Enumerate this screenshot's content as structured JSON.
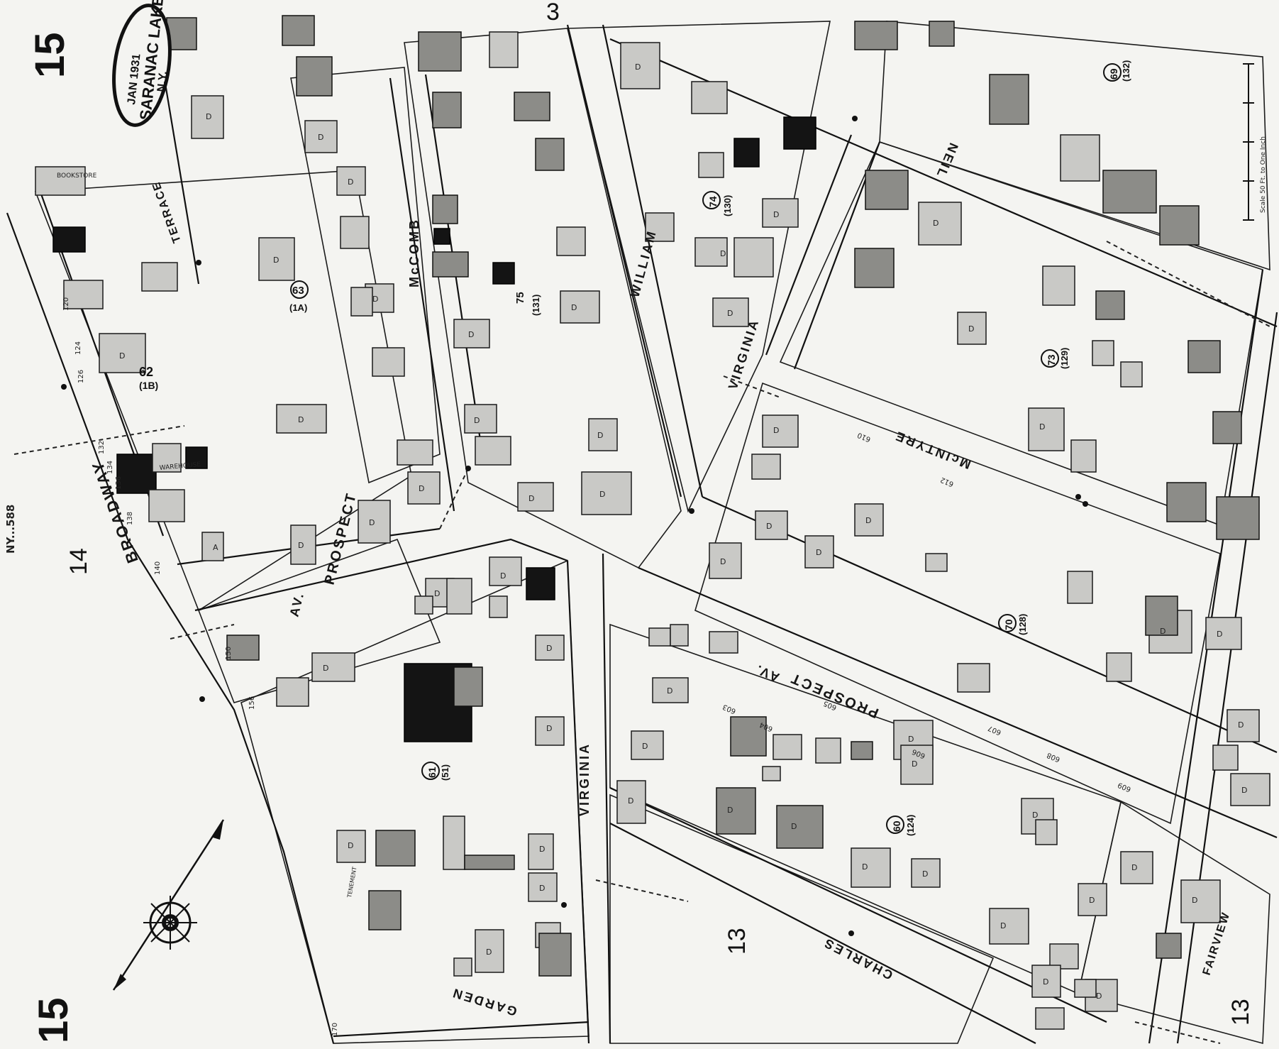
{
  "sheet": {
    "page_number": "15",
    "page_number_bottom": "15",
    "adjacent_sheet_top": "3",
    "adjacent_sheet_left": "14",
    "adjacent_sheet_bottom_a": "13",
    "adjacent_sheet_bottom_b": "13",
    "margin_code": "NY...588",
    "scale_note": "Scale 50 Ft. to One Inch"
  },
  "stamp": {
    "line1": "JAN 1931",
    "line2": "SARANAC LAKE",
    "line3": "N.Y."
  },
  "streets": {
    "broadway": "BROADWAY",
    "prospect_upper": "PROSPECT",
    "av_upper": "AV.",
    "prospect_lower": "PROSPECT",
    "av_lower": "AV.",
    "mccomb": "McCOMB",
    "william": "WILLIAM",
    "virginia_upper": "VIRGINIA",
    "virginia_lower": "VIRGINIA",
    "neil": "NEIL",
    "mcintyre": "McINTYRE",
    "charles": "CHARLES",
    "garden": "GARDEN",
    "fairview": "FAIRVIEW",
    "terrace": "TERRACE"
  },
  "block_numbers": [
    {
      "num": "62",
      "sub": "(1B)"
    },
    {
      "num": "63",
      "sub": "(1A)"
    },
    {
      "num": "75",
      "sub": "(131)"
    },
    {
      "num": "74",
      "sub": "(130)"
    },
    {
      "num": "73",
      "sub": "(129)"
    },
    {
      "num": "70",
      "sub": "(128)"
    },
    {
      "num": "61",
      "sub": "(51)"
    },
    {
      "num": "60",
      "sub": "(124)"
    },
    {
      "num": "69",
      "sub": "(132)"
    }
  ],
  "building_labels": {
    "warehouse": "WAREHOUSE",
    "bookstore": "BOOKSTORE",
    "tenement": "TENEMENT",
    "dwelling": "D",
    "auto": "A"
  },
  "address_samples": [
    "120",
    "124",
    "126",
    "132",
    "134",
    "136",
    "138",
    "140",
    "150",
    "156",
    "170",
    "603",
    "604",
    "605",
    "606",
    "607",
    "608",
    "609",
    "610",
    "612"
  ],
  "colors": {
    "paper": "#f4f4f1",
    "ink": "#111111",
    "building_fill": "#c9c9c6",
    "building_dark": "#8c8c88"
  },
  "icons": {
    "compass": "compass-rose-icon",
    "north_arrow": "north-arrow-icon",
    "hydrant": "hydrant-dot-icon"
  }
}
